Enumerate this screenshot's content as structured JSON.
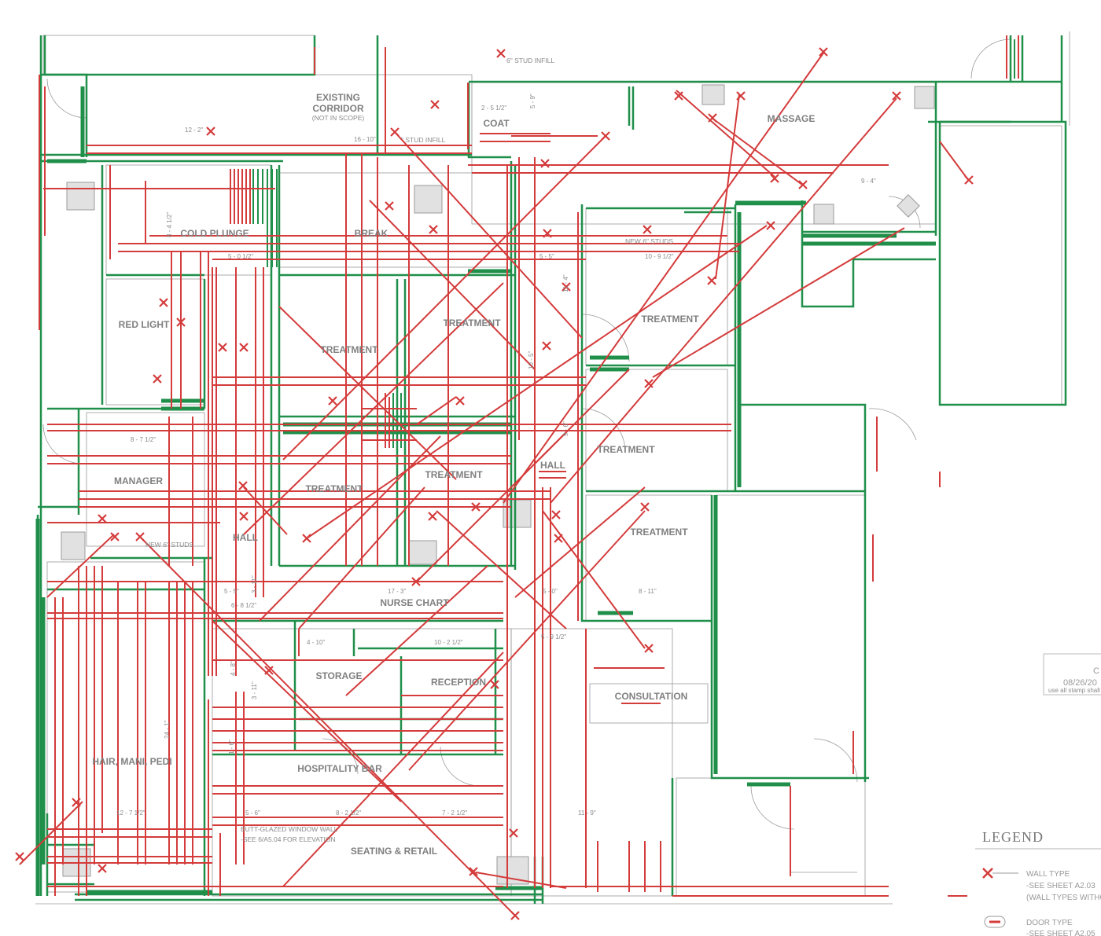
{
  "colors": {
    "existing_wall": "#1f8f4a",
    "new_wall": "#d43b3b",
    "linework": "#9a9a9a",
    "label": "#808080"
  },
  "rooms": [
    {
      "id": "existing-corridor-1",
      "text": "EXISTING"
    },
    {
      "id": "existing-corridor-2",
      "text": "CORRIDOR"
    },
    {
      "id": "existing-corridor-3",
      "text": "(NOT IN SCOPE)"
    },
    {
      "id": "massage",
      "text": "MASSAGE"
    },
    {
      "id": "cold-plunge",
      "text": "COLD PLUNGE"
    },
    {
      "id": "break",
      "text": "BREAK"
    },
    {
      "id": "red-light",
      "text": "RED LIGHT"
    },
    {
      "id": "treatment-1",
      "text": "TREATMENT"
    },
    {
      "id": "treatment-2",
      "text": "TREATMENT"
    },
    {
      "id": "treatment-3",
      "text": "TREATMENT"
    },
    {
      "id": "treatment-4",
      "text": "TREATMENT"
    },
    {
      "id": "treatment-5",
      "text": "TREATMENT"
    },
    {
      "id": "treatment-6",
      "text": "TREATMENT"
    },
    {
      "id": "treatment-7",
      "text": "TREATMENT"
    },
    {
      "id": "manager",
      "text": "MANAGER"
    },
    {
      "id": "hall-1",
      "text": "HALL"
    },
    {
      "id": "hall-2",
      "text": "HALL"
    },
    {
      "id": "nurse-chart",
      "text": "NURSE CHART"
    },
    {
      "id": "storage",
      "text": "STORAGE"
    },
    {
      "id": "reception",
      "text": "RECEPTION"
    },
    {
      "id": "consultation",
      "text": "CONSULTATION"
    },
    {
      "id": "hair-mani-pedi",
      "text": "HAIR, MANI, PEDI"
    },
    {
      "id": "hospitality-bar",
      "text": "HOSPITALITY BAR"
    },
    {
      "id": "seating-retail",
      "text": "SEATING & RETAIL"
    },
    {
      "id": "coat",
      "text": "COAT"
    }
  ],
  "notes": [
    {
      "id": "stud-infill-top",
      "text": "6\" STUD INFILL"
    },
    {
      "id": "stud-infill-mid",
      "text": "\" STUD INFILL"
    },
    {
      "id": "new-studs-1",
      "text": "NEW 6\" STUDS"
    },
    {
      "id": "new-studs-2",
      "text": "NEW 6\" STUDS"
    },
    {
      "id": "window-wall-1",
      "text": "BUTT-GLAZED WINDOW WALL"
    },
    {
      "id": "window-wall-2",
      "text": "-SEE 6/A5.04 FOR ELEVATION"
    }
  ],
  "dimensions": [
    {
      "id": "d1",
      "text": "12 - 2\""
    },
    {
      "id": "d2",
      "text": "16 - 10\""
    },
    {
      "id": "d3",
      "text": "2 - 5 1/2\""
    },
    {
      "id": "d4",
      "text": "5 - 9\""
    },
    {
      "id": "d5",
      "text": "9 - 4\""
    },
    {
      "id": "d6",
      "text": "8 - 4 1/2\""
    },
    {
      "id": "d7",
      "text": "5 - 0 1/2\""
    },
    {
      "id": "d8",
      "text": "5 - 5\""
    },
    {
      "id": "d9",
      "text": "10 - 9 1/2\""
    },
    {
      "id": "d10",
      "text": "11 - 4\""
    },
    {
      "id": "d11",
      "text": "10 - 5\""
    },
    {
      "id": "d12",
      "text": "8 - 7 1/2\""
    },
    {
      "id": "d13",
      "text": "9 - 6\""
    },
    {
      "id": "d14",
      "text": "5 - 5\""
    },
    {
      "id": "d15",
      "text": "3 - 11\""
    },
    {
      "id": "d16",
      "text": "17 - 3\""
    },
    {
      "id": "d17",
      "text": "5 - 0\""
    },
    {
      "id": "d18",
      "text": "8 - 11\""
    },
    {
      "id": "d19",
      "text": "5 - 9 1/2\""
    },
    {
      "id": "d20",
      "text": "4 - 10\""
    },
    {
      "id": "d21",
      "text": "10 - 2 1/2\""
    },
    {
      "id": "d22",
      "text": "4 - 8\""
    },
    {
      "id": "d23",
      "text": "3 - 11\""
    },
    {
      "id": "d24",
      "text": "12 - 7 1/2\""
    },
    {
      "id": "d25",
      "text": "5 - 6\""
    },
    {
      "id": "d26",
      "text": "8 - 2 1/2\""
    },
    {
      "id": "d27",
      "text": "7 - 2 1/2\""
    },
    {
      "id": "d28",
      "text": "11 - 9\""
    },
    {
      "id": "d29",
      "text": "24 - 1\""
    },
    {
      "id": "d30",
      "text": "1 - 6\""
    },
    {
      "id": "d31",
      "text": "6 - 8 1/2\""
    }
  ],
  "legend": {
    "title": "LEGEND",
    "wall_type": {
      "line1": "WALL TYPE",
      "line2": "-SEE SHEET A2.03",
      "line3": "(WALL TYPES WITHO"
    },
    "door_type": {
      "line1": "DOOR TYPE",
      "line2": "-SEE SHEET A2.05"
    }
  },
  "stamp": {
    "letter": "C",
    "date": "08/26/20",
    "fine": "use all stamp shall not b"
  }
}
